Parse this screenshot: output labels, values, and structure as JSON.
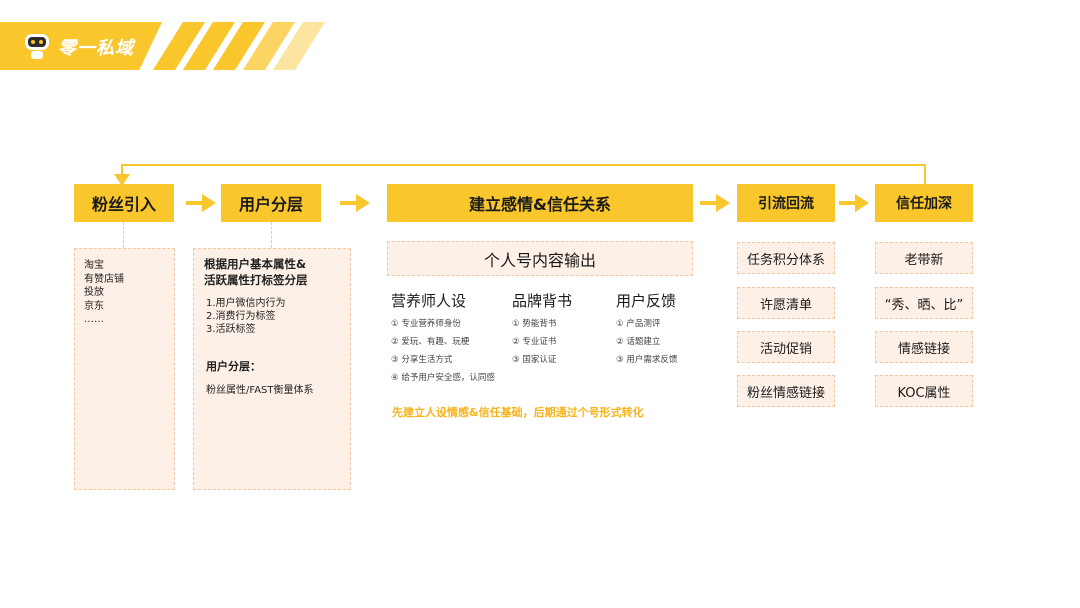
{
  "brand": {
    "name": "零一私域",
    "logo_icon": "robot-logo-icon",
    "accent": "#F9C62C"
  },
  "flow": {
    "steps": [
      "粉丝引入",
      "用户分层",
      "建立感情&信任关系",
      "引流回流",
      "信任加深"
    ],
    "arrow_icon": "right-arrow-icon",
    "loop_arrow_icon": "loop-back-arrow-icon"
  },
  "sources": [
    "淘宝",
    "有赞店铺",
    "投放",
    "京东",
    "……"
  ],
  "segmentation": {
    "title_line1": "根据用户基本属性&",
    "title_line2": "活跃属性打标签分层",
    "items": [
      "1.用户微信内行为",
      "2.消费行为标签",
      "3.活跃标签"
    ],
    "sub_title": "用户分层：",
    "system": "粉丝属性/FAST衡量体系"
  },
  "relationship": {
    "banner": "个人号内容输出",
    "columns": [
      {
        "title": "营养师人设",
        "items": [
          "① 专业营养师身份",
          "② 爱玩、有趣、玩梗",
          "③ 分享生活方式",
          "④ 给予用户安全感，认同感"
        ]
      },
      {
        "title": "品牌背书",
        "items": [
          "① 势能背书",
          "② 专业证书",
          "③ 国家认证"
        ]
      },
      {
        "title": "用户反馈",
        "items": [
          "① 产品测评",
          "② 话题建立",
          "③ 用户需求反馈"
        ]
      }
    ],
    "note": "先建立人设情感&信任基础，后期通过个号形式转化"
  },
  "drainage": [
    "任务积分体系",
    "许愿清单",
    "活动促销",
    "粉丝情感链接"
  ],
  "deepen": [
    "老带新",
    "“秀、晒、比”",
    "情感链接",
    "KOC属性"
  ]
}
